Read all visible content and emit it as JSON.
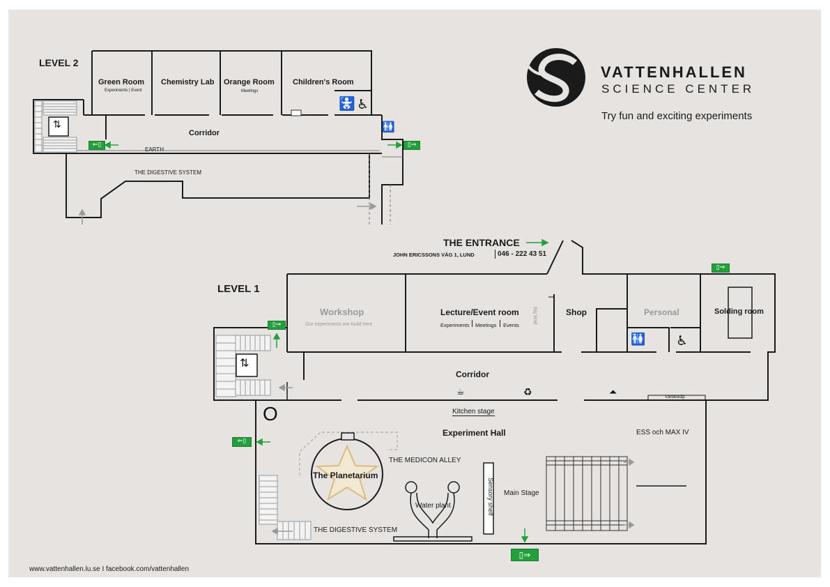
{
  "brand": {
    "name": "VATTENHALLEN",
    "subtitle": "SCIENCE CENTER",
    "tagline": "Try fun and exciting experiments",
    "logo_icon": "vattenhallen-logo-icon"
  },
  "level2": {
    "label": "LEVEL 2",
    "rooms": {
      "green_room": "Green Room",
      "green_room_sub": "Experiments | Event",
      "chemistry_lab": "Chemistry Lab",
      "orange_room": "Orange Room",
      "orange_room_sub": "Meetings",
      "childrens_room": "Children's Room"
    },
    "corridor": "Corridor",
    "earth": "EARTH",
    "digestive": "THE DIGESTIVE SYSTEM"
  },
  "entrance": {
    "label": "THE ENTRANCE",
    "address": "JOHN ERICSSONS VÄG 1, LUND",
    "phone": "046 - 222 43 51"
  },
  "level1": {
    "label": "LEVEL 1",
    "rooms": {
      "workshop": "Workshop",
      "workshop_sub": "Our experiments are build here",
      "lecture": "Lecture/Event room",
      "lecture_sub1": "Experiments",
      "lecture_sub2": "Meetings",
      "lecture_sub3": "Events",
      "shop": "Shop",
      "personal": "Personal",
      "solding": "Solding  room"
    },
    "corridor": "Corridor",
    "kitchen_stage": "Kitchen stage",
    "vardeskap": "Värdeskåp",
    "experiment_hall": "Experiment Hall",
    "ess": "ESS och MAX IV",
    "medicon": "THE MEDICON ALLEY",
    "planetarium": "The Planetarium",
    "water_plant": "Water plant",
    "sensory_shelf": "Sensory shelf",
    "main_stage": "Main Stage",
    "digestive": "THE DIGESTIVE SYSTEM",
    "wall_text": "Big Wall"
  },
  "footer": {
    "links": "www.vattenhallen.lu.se I facebook.com/vattenhallen"
  },
  "icons": {
    "exit_sign": "emergency-exit-icon",
    "elevator": "elevator-icon",
    "wheelchair": "wheelchair-icon",
    "baby_change": "baby-change-icon",
    "toilets": "toilet-icon",
    "coffee": "coffee-icon",
    "recycle": "recycle-icon",
    "hanger": "hanger-icon",
    "sink": "sink-icon"
  },
  "colors": {
    "background": "#e6e3e0",
    "exit_green": "#23a03c",
    "wall": "#1a1a1a",
    "muted_text": "#9a9a9a",
    "planetarium_star": "#e2c88a"
  }
}
